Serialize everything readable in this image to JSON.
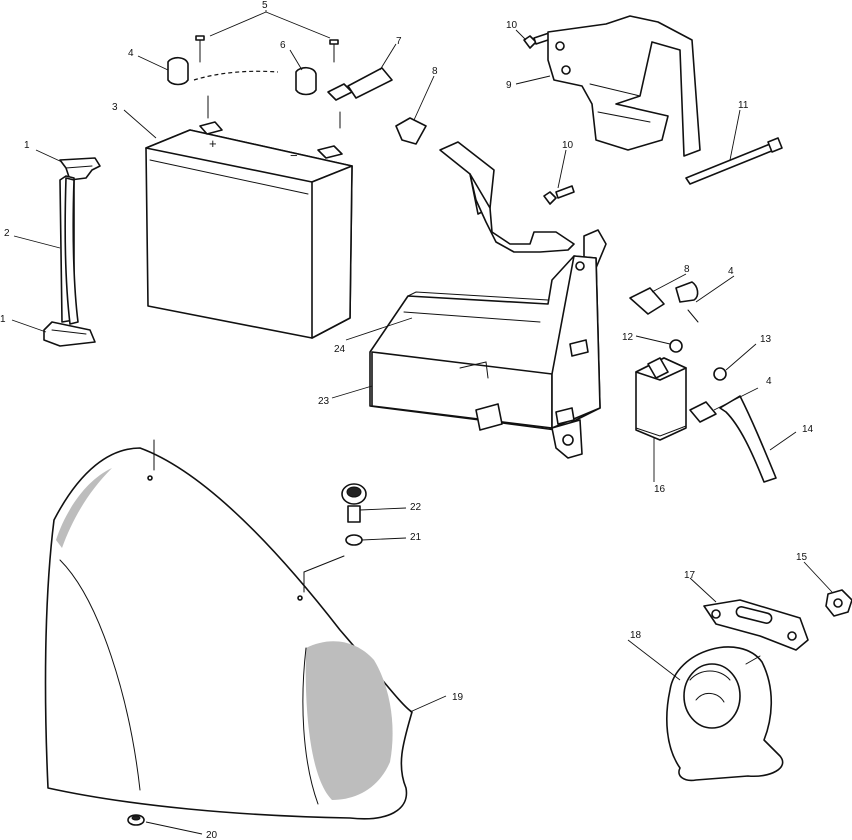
{
  "callouts": {
    "c1a": "1",
    "c1b": "1",
    "c2": "2",
    "c3": "3",
    "c4a": "4",
    "c4b": "4",
    "c4c": "4",
    "c5": "5",
    "c6": "6",
    "c7": "7",
    "c8a": "8",
    "c8b": "8",
    "c9": "9",
    "c10a": "10",
    "c10b": "10",
    "c11": "11",
    "c12": "12",
    "c13": "13",
    "c14": "14",
    "c15": "15",
    "c16": "16",
    "c17": "17",
    "c18": "18",
    "c19": "19",
    "c20": "20",
    "c21": "21",
    "c22": "22",
    "c23": "23",
    "c24": "24"
  },
  "battery": {
    "positive": "+",
    "negative": "−"
  }
}
